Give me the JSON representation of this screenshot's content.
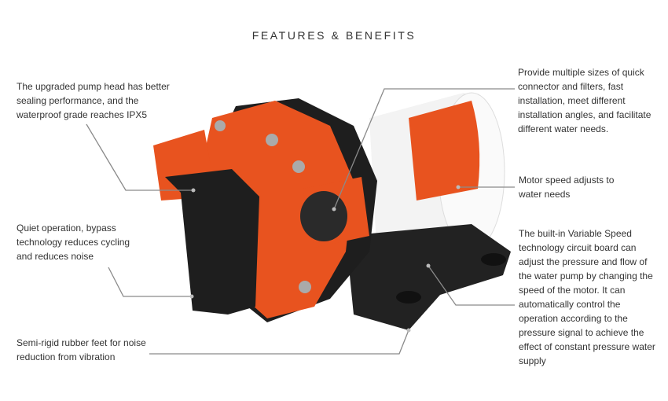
{
  "title": "FEATURES & BENEFITS",
  "features": [
    {
      "text": "The upgraded pump head has better sealing performance, and the waterproof grade reaches IPX5"
    },
    {
      "text": "Quiet operation, bypass technology  reduces cycling and reduces noise"
    },
    {
      "text": "Semi-rigid rubber feet for noise reduction from vibration"
    },
    {
      "text": "Provide multiple sizes of quick connector and filters, fast installation, meet different installation angles, and facilitate different water needs."
    },
    {
      "text": "Motor speed adjusts to water needs"
    },
    {
      "text": "The built-in Variable Speed technology circuit board can adjust the pressure and flow of the water pump by changing the speed of the motor. It can automatically control the operation according to the pressure signal to achieve the effect of constant pressure water supply"
    }
  ],
  "colors": {
    "pump_orange": "#e8531f",
    "pump_black": "#1e1e1e",
    "leader_line": "#8a8a8a"
  }
}
